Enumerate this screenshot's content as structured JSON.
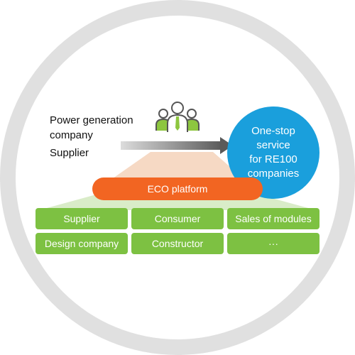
{
  "left_labels": {
    "power_line1": "Power generation",
    "power_line2": "company",
    "supplier": "Supplier"
  },
  "service_bubble": {
    "lines": [
      "One-stop",
      "service",
      "for RE100",
      "companies"
    ]
  },
  "platform": {
    "label": "ECO platform"
  },
  "participants": [
    "Supplier",
    "Consumer",
    "Sales of modules",
    "Design company",
    "Constructor",
    "···"
  ],
  "colors": {
    "ring": "#e0e0e0",
    "bubble": "#1a9fdc",
    "platform": "#f26522",
    "tiles": "#7dc142",
    "people_icon": "#8dc63f",
    "arrow_gradient_start": "#dcdcdc",
    "arrow_gradient_end": "#5a5a5a"
  },
  "icons": {
    "people": "people-group-icon",
    "arrow": "right-arrow-icon"
  }
}
